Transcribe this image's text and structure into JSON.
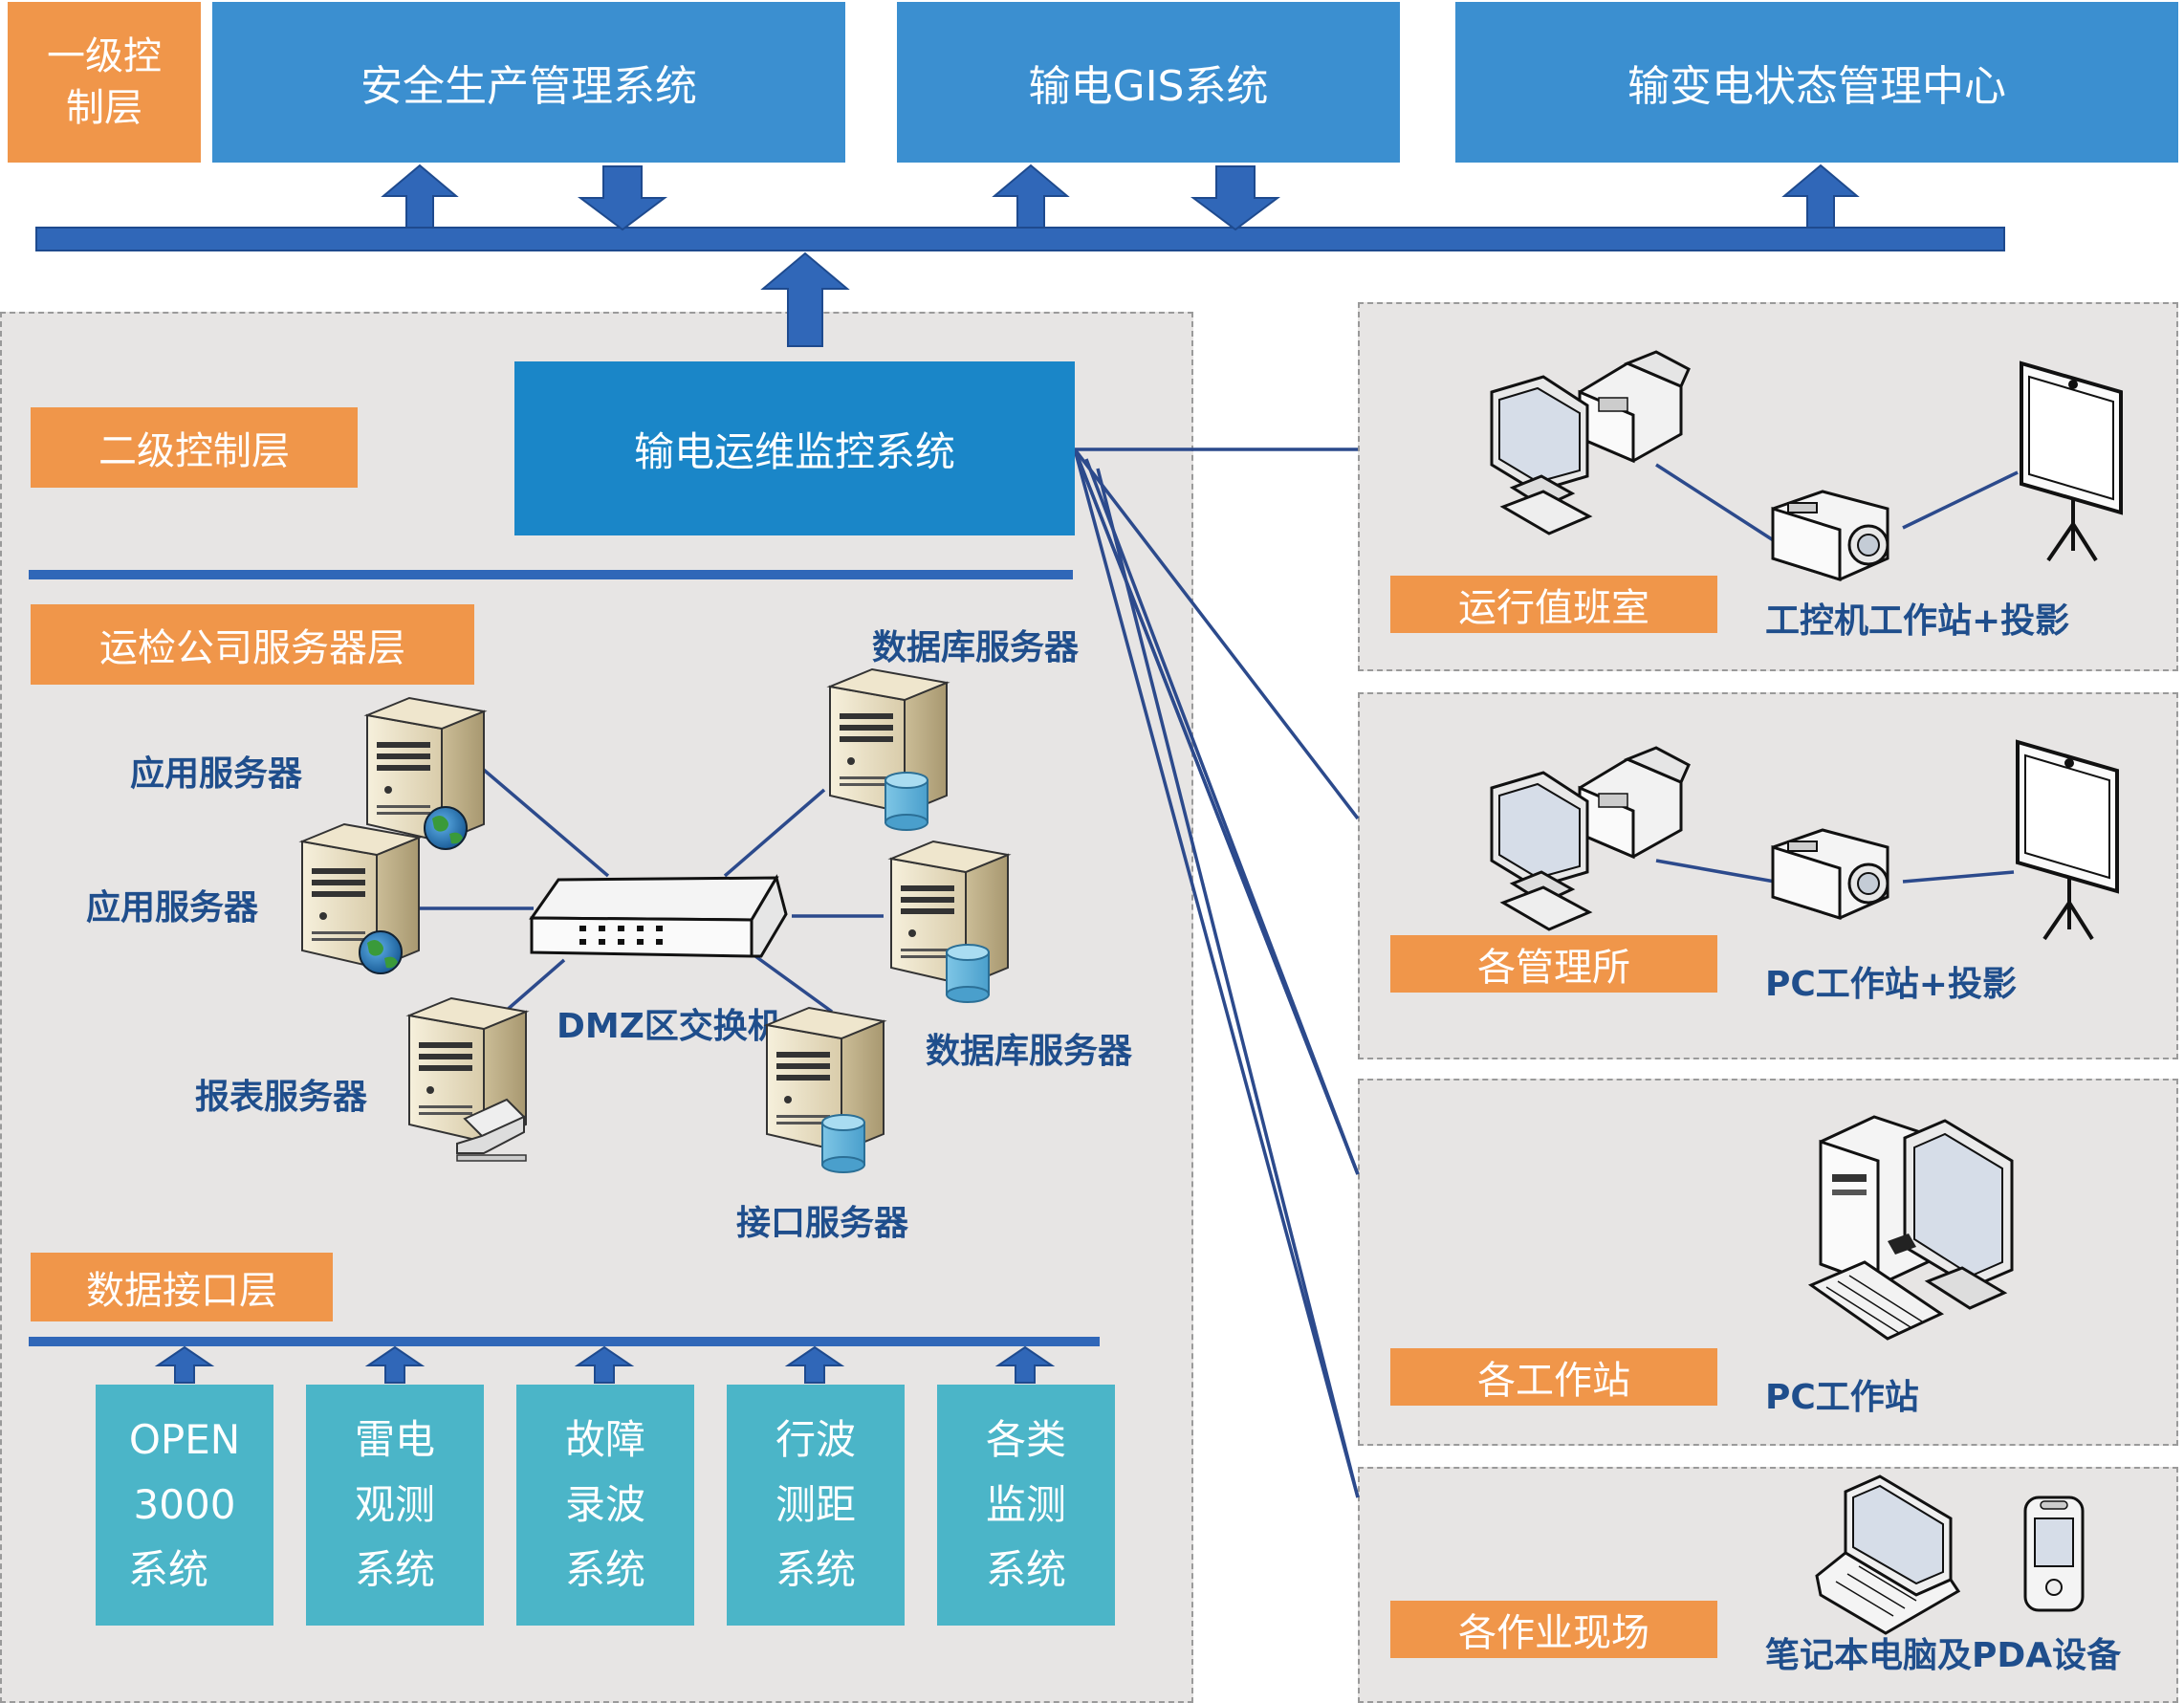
{
  "level1": {
    "label": "一级控\n制层",
    "systems": [
      "安全生产管理系统",
      "输电GIS系统",
      "输变电状态管理中心"
    ]
  },
  "level2": {
    "label": "二级控制层",
    "main_system": "输电运维监控系统"
  },
  "server_layer": {
    "label": "运检公司服务器层",
    "servers": [
      "数据库服务器",
      "应用服务器",
      "应用服务器",
      "报表服务器",
      "DMZ区交换机",
      "数据库服务器",
      "接口服务器"
    ]
  },
  "data_interface": {
    "label": "数据接口层",
    "systems": [
      [
        "OPEN",
        "3000",
        "系统"
      ],
      [
        "雷电",
        "观测",
        "系统"
      ],
      [
        "故障",
        "录波",
        "系统"
      ],
      [
        "行波",
        "测距",
        "系统"
      ],
      [
        "各类",
        "监测",
        "系统"
      ]
    ]
  },
  "terminals": [
    {
      "site": "运行值班室",
      "device": "工控机工作站+投影"
    },
    {
      "site": "各管理所",
      "device": "PC工作站+投影"
    },
    {
      "site": "各工作站",
      "device": "PC工作站"
    },
    {
      "site": "各作业现场",
      "device": "笔记本电脑及PDA设备"
    }
  ],
  "colors": {
    "top_blue": "#3b8fd0",
    "bus_blue": "#2f5fb3",
    "orange": "#f0964a",
    "teal": "#4bb5c8",
    "panel": "#e7e5e4",
    "label": "#1f4e8c"
  },
  "icons": [
    "server-globe-icon",
    "server-database-icon",
    "server-printer-icon",
    "network-switch-icon",
    "monitor-fax-icon",
    "projector-icon",
    "projection-screen-icon",
    "desktop-pc-icon",
    "laptop-icon",
    "pda-icon"
  ]
}
